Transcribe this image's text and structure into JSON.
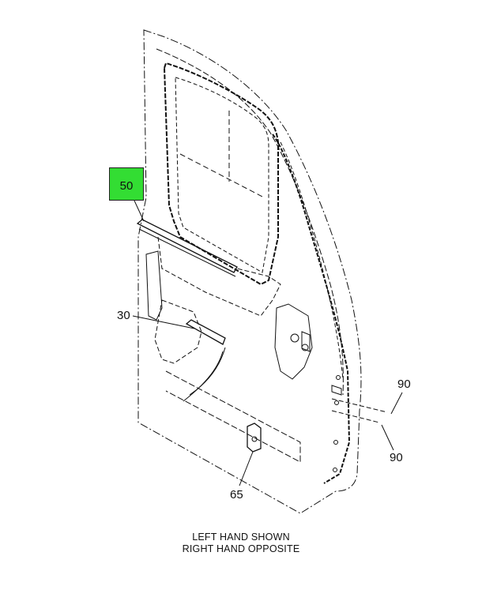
{
  "callouts": {
    "c50": "50",
    "c30": "30",
    "c65": "65",
    "c90_upper": "90",
    "c90_lower": "90"
  },
  "caption": {
    "line1": "LEFT HAND SHOWN",
    "line2": "RIGHT HAND OPPOSITE"
  },
  "colors": {
    "highlight": "#33dd33",
    "line": "#111111"
  }
}
